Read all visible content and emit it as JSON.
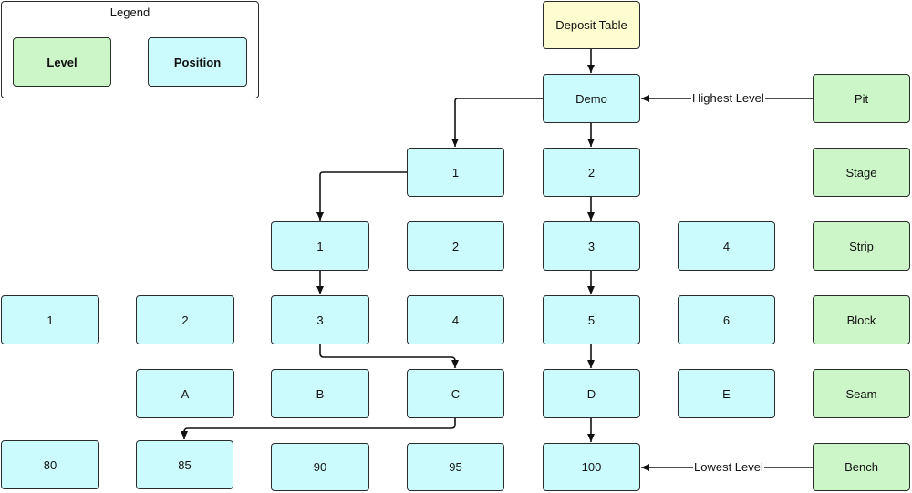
{
  "legend": {
    "title": "Legend",
    "level_label": "Level",
    "position_label": "Position",
    "level_color": "#cdf6c8",
    "position_color": "#ccfbfd"
  },
  "deposit_table": {
    "label": "Deposit Table",
    "color": "#fdfdd0"
  },
  "levels": [
    "Pit",
    "Stage",
    "Strip",
    "Block",
    "Seam",
    "Bench"
  ],
  "edge_labels": {
    "highest": "Highest Level",
    "lowest": "Lowest Level"
  },
  "rows": {
    "pit": [
      "Demo"
    ],
    "stage": [
      "1",
      "2"
    ],
    "strip": [
      "1",
      "2",
      "3",
      "4"
    ],
    "block": [
      "1",
      "2",
      "3",
      "4",
      "5",
      "6"
    ],
    "seam": [
      "A",
      "B",
      "C",
      "D",
      "E"
    ],
    "bench": [
      "80",
      "85",
      "90",
      "95",
      "100"
    ]
  }
}
